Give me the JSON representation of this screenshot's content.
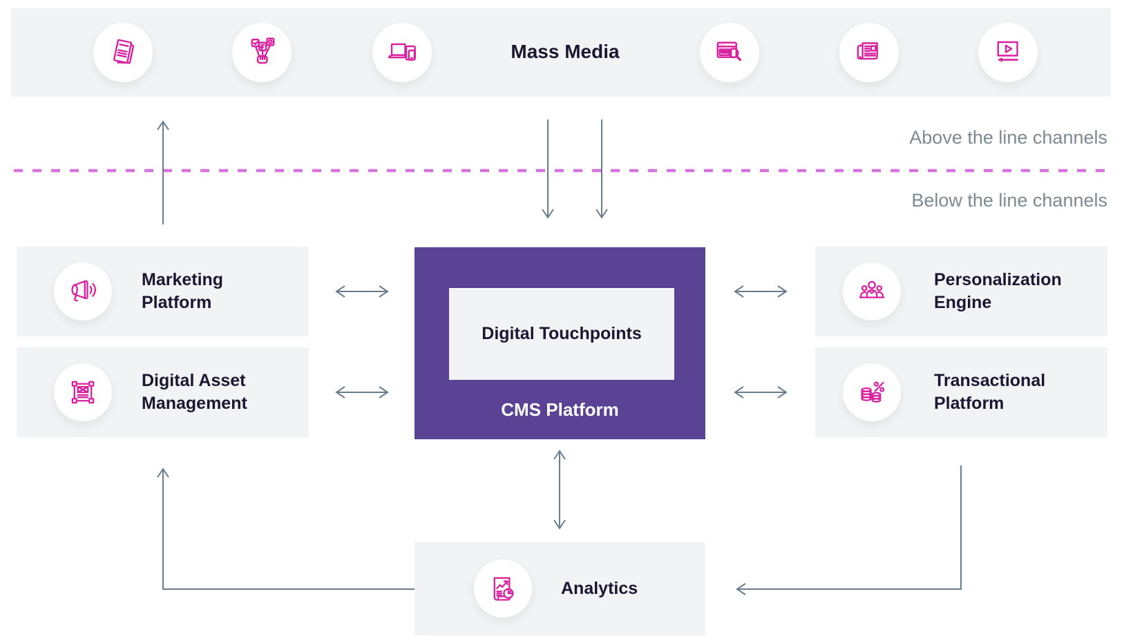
{
  "colors": {
    "accent_magenta": "#d9219f",
    "cms_purple": "#5a4395",
    "panel_gray": "#f1f3f4",
    "text_dark": "#1a1733",
    "text_muted_blue": "#7b8a94",
    "arrow_gray": "#697c8b",
    "divider_violet": "#d673de"
  },
  "mass_media": {
    "title": "Mass Media",
    "icons": [
      "brochure-icon",
      "social-media-icon",
      "devices-icon",
      "www-search-icon",
      "newspaper-icon",
      "video-player-icon"
    ]
  },
  "channels": {
    "above_label": "Above the line channels",
    "below_label": "Below the line channels"
  },
  "cms": {
    "touchpoints_label": "Digital Touchpoints",
    "platform_label": "CMS Platform"
  },
  "nodes": {
    "marketing": {
      "label": "Marketing\nPlatform",
      "icon": "megaphone-icon"
    },
    "dam": {
      "label": "Digital Asset\nManagement",
      "icon": "artboard-icon"
    },
    "personalization": {
      "label": "Personalization\nEngine",
      "icon": "people-group-icon"
    },
    "transactional": {
      "label": "Transactional\nPlatform",
      "icon": "coins-percent-icon"
    },
    "analytics": {
      "label": "Analytics",
      "icon": "analytics-report-icon"
    }
  }
}
